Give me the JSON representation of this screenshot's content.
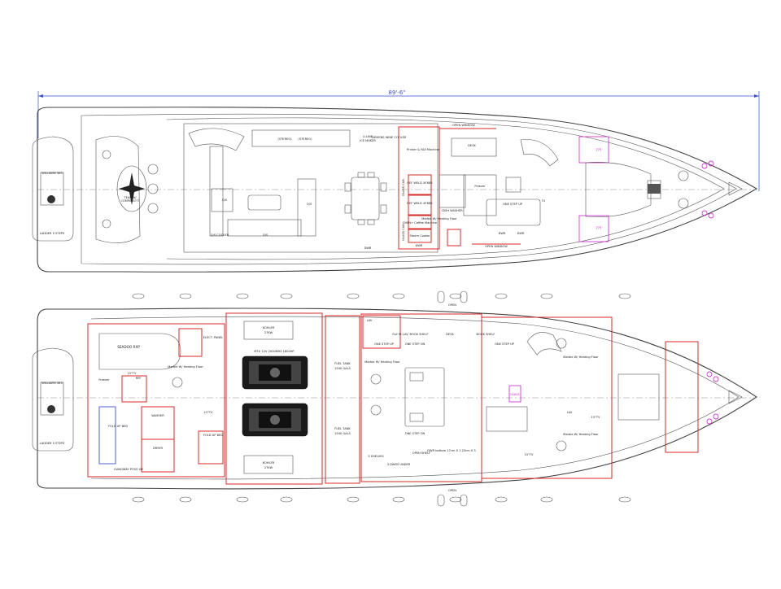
{
  "overall_length": "89'-6\"",
  "upper_deck": {
    "tender": [
      "WILLIAMS 365",
      "LADDER 5 STEPS"
    ],
    "aft_table": [
      "TEAK W/",
      "COMPASS???"
    ],
    "settee_os": "O/S",
    "os_cooler": "O/S COOLER",
    "bar_units": [
      "(STEREO)",
      "(STEREO)",
      "ICE MAKER",
      "U-LINE",
      "SIEMENS WINE COOLER"
    ],
    "printer": "Printer & FAX Machine",
    "galley": {
      "glass_cab_1": "GLASS CAB.",
      "ref_1": "REF WELD XF88B",
      "ref_2": "REF WELD XF88B",
      "oven": "OVEN+ Coffee Machine",
      "steam": "Steam Cooker",
      "dishwasher": "DISH WASHER",
      "freezer": "Freezer",
      "marble": "Marble W/ Heating Floor",
      "glass_cab_2": "GLASS CAB.",
      "dwr": "DWR",
      "drawer_label": "DWR"
    },
    "desk": "DESK",
    "open_window_1": "OPEN WINDOW",
    "open_window_2": "OPEN WINDOW",
    "one_step_up": "ONE STEP UP",
    "helm_dwr": "DWR",
    "helm_dwr2": "DWR",
    "fwd_unknown_1": "???",
    "fwd_unknown_2": "???",
    "tv": "TV"
  },
  "lower_deck": {
    "seadoo": "SEADOO RXP",
    "freezer": "Freezer",
    "tv_lazarette": "15\"TV",
    "ref": "REF",
    "marble": "Marble W/ Heating Floor",
    "elect_panel": "ELECT. PANEL",
    "washer": "WASHER",
    "dryer": "DRYER",
    "fold_bed_1": "FOLD UP BED",
    "fold_bed_2": "FOLD UP BED",
    "tv_crew": "15\"TV",
    "gangway": "GANGWAY POSS 4M",
    "kohler_1": [
      "KOHLER",
      "27KW"
    ],
    "kohler_2": [
      "KOHLER",
      "27KW"
    ],
    "mtu_1": "MTU 12V 2000M93 1800HP",
    "mtu_2": "MTU 12V 2000M93 1800HP",
    "fuel_1": [
      "FUEL TANK",
      "1540 GALS"
    ],
    "fuel_2": [
      "FUEL TANK",
      "1540 GALS"
    ],
    "master": {
      "one_step_up": "ONE STEP UP",
      "one_step_dn": "ONE STEP ON",
      "one_step_dn2": "ONE STEP ON",
      "full_ht": "Full Ht LAV",
      "book_shelf": "BOOK SHELF",
      "desk": "DESK",
      "book_shelf_2": "BOOK SHELF",
      "marble": "Marble W/ Heating Floor",
      "shelves": "5 SHELVES",
      "dwrs": "3 DWRS UNDER",
      "open_shelf": "OPEN SHELF",
      "dwr_bottom": "DWR bottom 17cm X 1 23cm X 3",
      "lav": "LAV"
    },
    "guest": {
      "one_step_up": "ONE STEP UP",
      "marble_1": "Marble W/ Heating Floor",
      "marble_2": "Marble W/ Heating Floor",
      "tv_1": "15\"TV",
      "tv_2": "15\"TV",
      "glass": "GLASS",
      "lav": "LAV"
    },
    "open_ports": [
      "OPEN",
      "OPEN"
    ]
  }
}
